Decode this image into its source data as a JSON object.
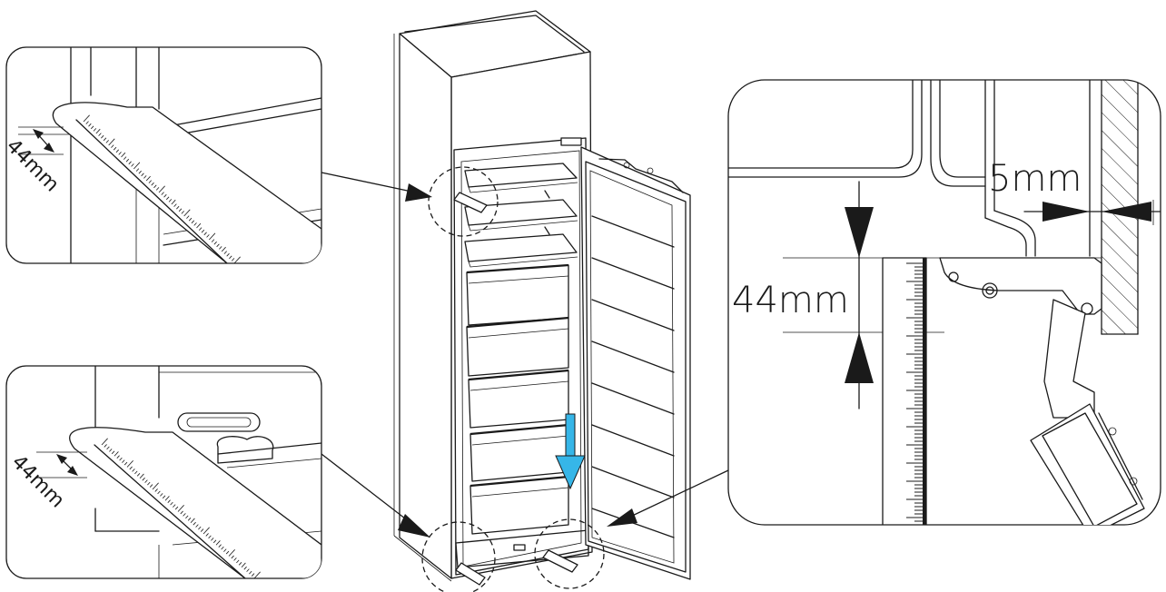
{
  "labels": {
    "top_left": "44mm",
    "bottom_left": "44mm",
    "right_vertical": "44mm",
    "right_horizontal": "5mm"
  },
  "icons": [
    "fridge-illustration",
    "ruler",
    "hinge",
    "arrow-down"
  ],
  "colors": {
    "line": "#1a1a1a",
    "arrow": "#36b6e8",
    "background": "#ffffff"
  }
}
